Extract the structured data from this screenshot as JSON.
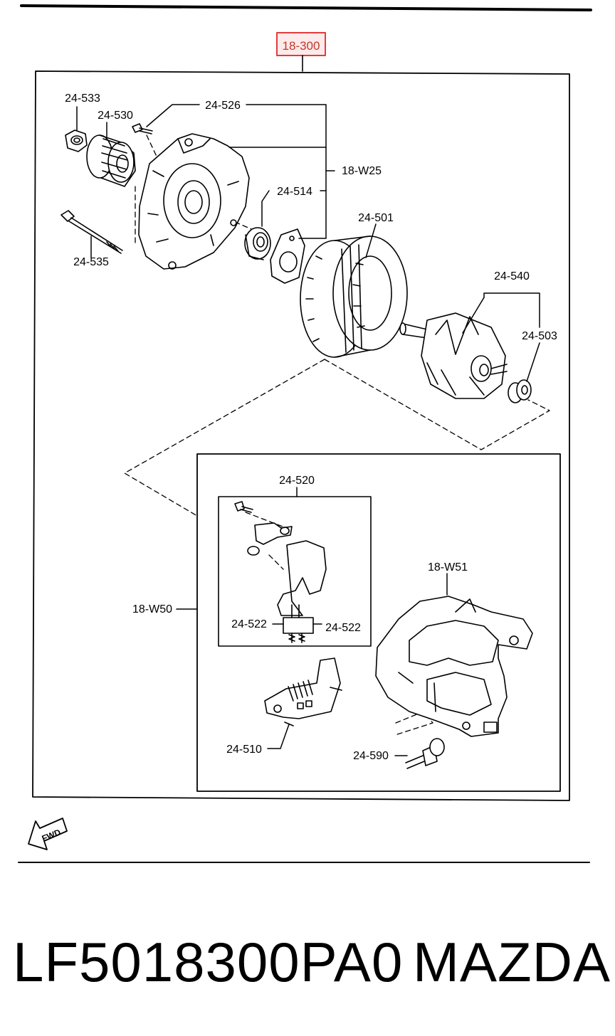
{
  "diagram": {
    "assembly_code": "18-300",
    "callouts": {
      "c24533": "24-533",
      "c24530": "24-530",
      "c24526": "24-526",
      "c18W25": "18-W25",
      "c24514": "24-514",
      "c24535": "24-535",
      "c24501": "24-501",
      "c24540": "24-540",
      "c24503": "24-503",
      "c24520": "24-520",
      "c18W51": "18-W51",
      "c18W50": "18-W50",
      "c24522a": "24-522",
      "c24522b": "24-522",
      "c24510": "24-510",
      "c24590": "24-590"
    },
    "fwd_label": "FWD"
  },
  "footer": {
    "part_number": "LF5018300PA0",
    "brand": "MAZDA"
  },
  "colors": {
    "ink": "#000000",
    "highlight": "#e23b3b",
    "background": "#ffffff"
  }
}
